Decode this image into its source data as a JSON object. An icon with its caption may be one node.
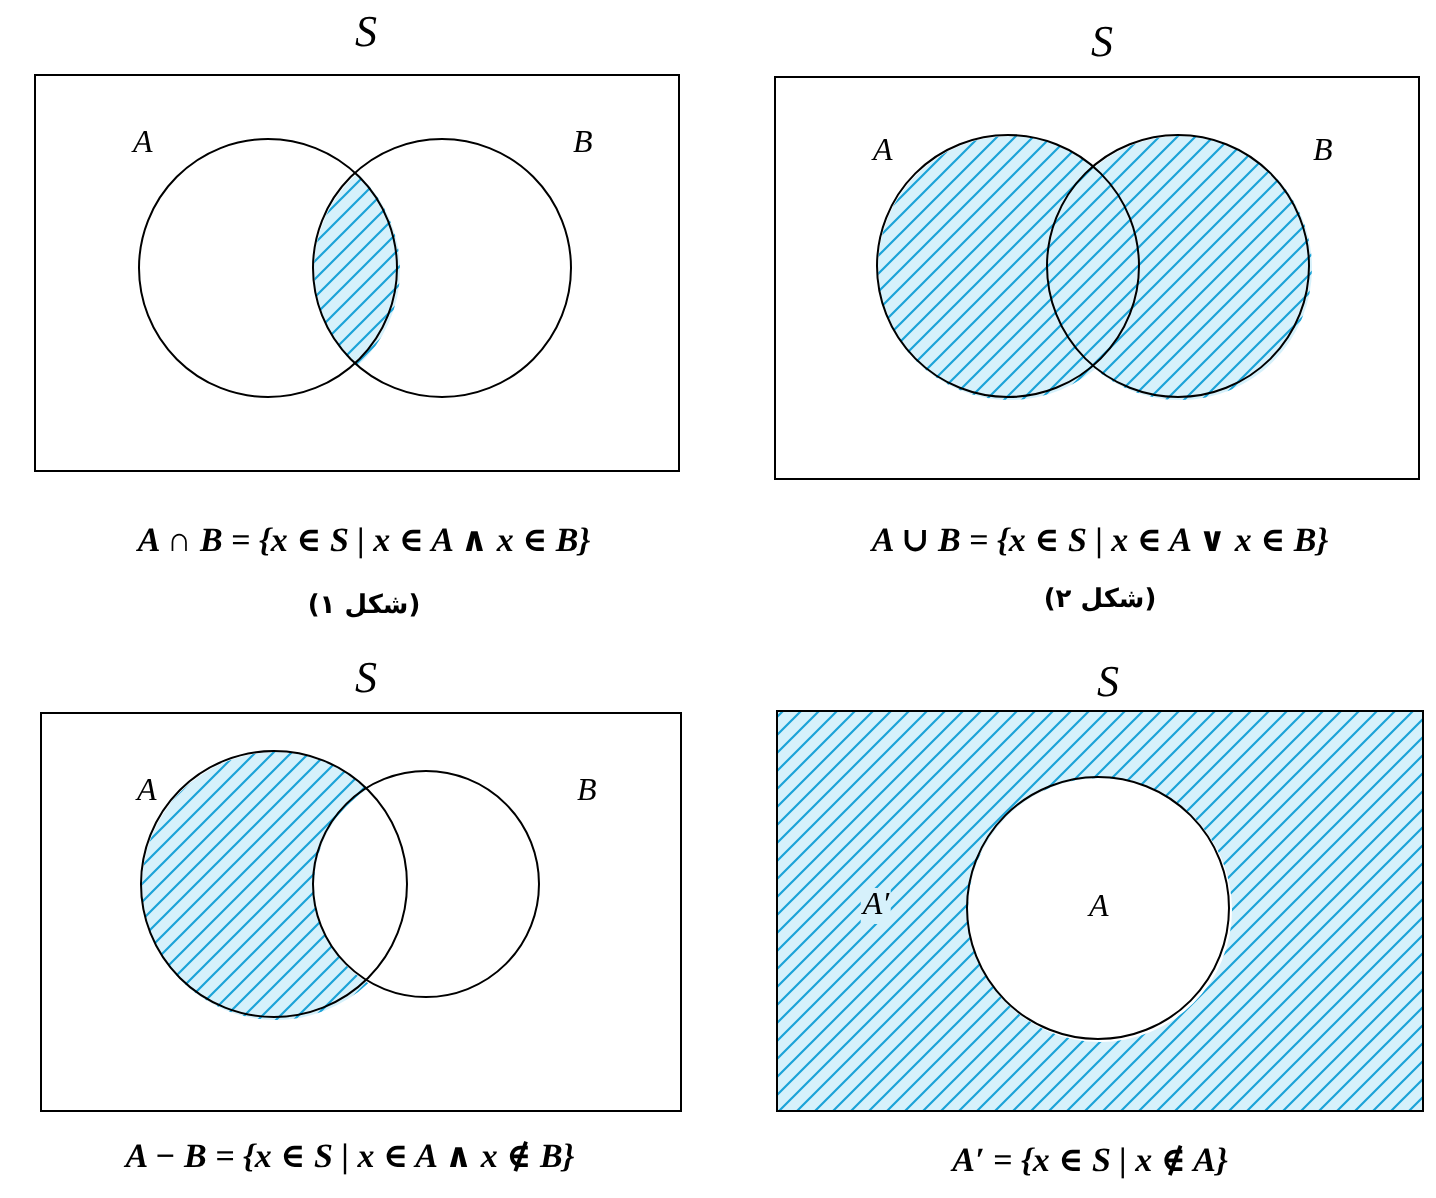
{
  "diagram": {
    "nodes": [
      {
        "text": [
          "S"
        ]
      },
      {
        "text": [
          "A"
        ],
        "in": 0
      },
      {
        "text": [
          "B"
        ],
        "in": 0
      },
      {
        "text": [
          "S"
        ]
      },
      {
        "text": [
          "A"
        ],
        "in": 3
      },
      {
        "text": [
          "B"
        ],
        "in": 3
      },
      {
        "text": [
          "S"
        ]
      },
      {
        "text": [
          "A"
        ],
        "in": 6
      },
      {
        "text": [
          "B"
        ],
        "in": 6
      },
      {
        "text": [
          "S",
          "A′"
        ]
      },
      {
        "text": [
          "A"
        ],
        "in": 9
      }
    ],
    "labels": [
      "A ∩ B = {x ∈ S | x ∈ A ∧ x ∈ B}",
      "A ∪ B = {x ∈ S | x ∈ A ∨ x ∈ B}",
      "(شكل ١)",
      "(شكل ٢)",
      "A − B = {x ∈ S | x ∈ A ∧ x ∉ B}",
      "A′ = {x ∈ S | x ∉ A}"
    ]
  }
}
